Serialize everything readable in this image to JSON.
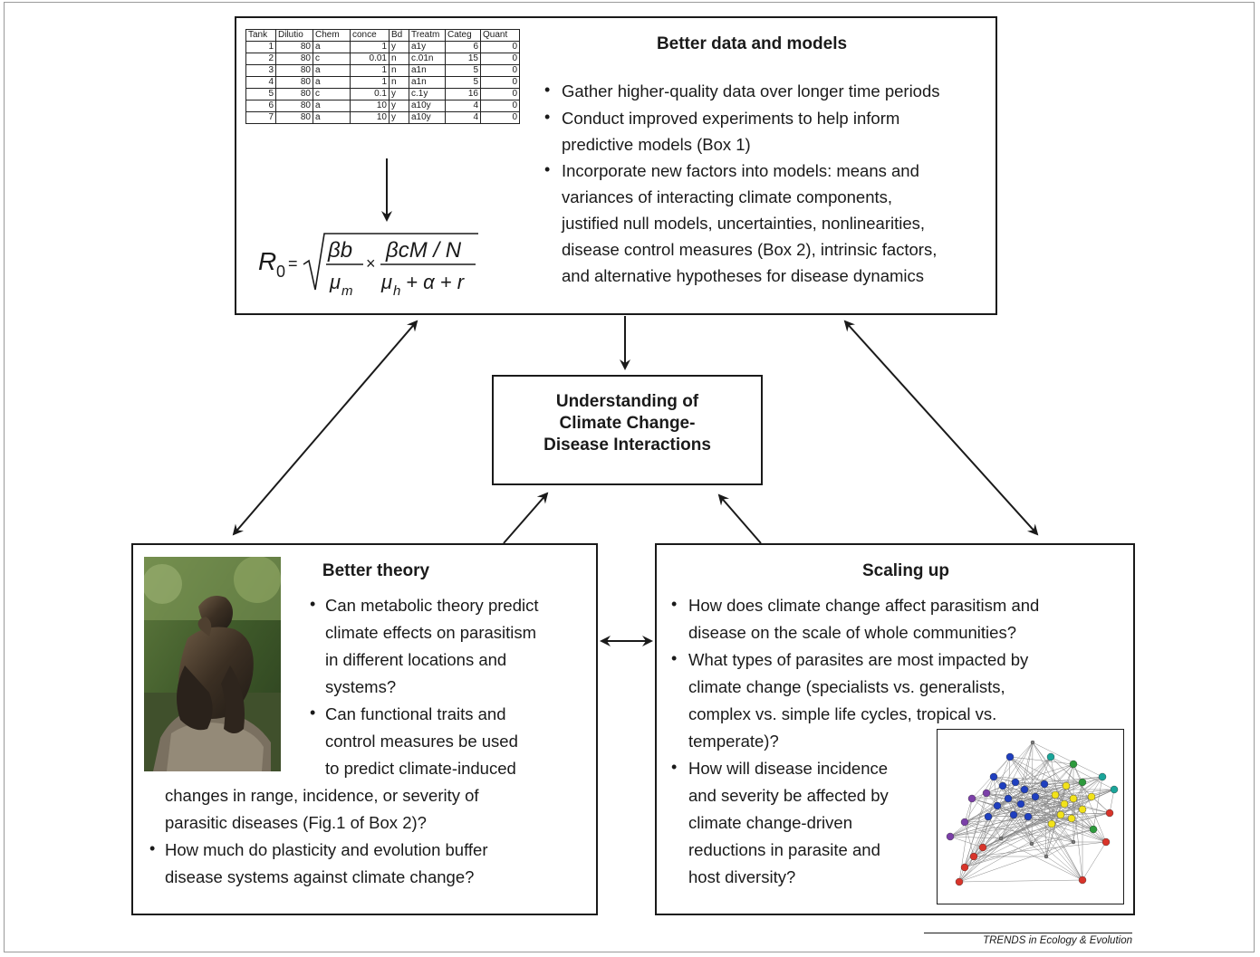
{
  "top_box": {
    "title": "Better data and models",
    "bullets": [
      [
        "Gather higher-quality data over longer time periods"
      ],
      [
        "Conduct improved experiments to help inform",
        "predictive models (Box 1)"
      ],
      [
        "Incorporate new factors into models: means and",
        "variances of interacting climate components,",
        "justified null models, uncertainties, nonlinearities,",
        "disease control measures (Box 2), intrinsic factors,",
        "and alternative hypotheses for disease dynamics"
      ]
    ]
  },
  "data_table": {
    "headers": [
      "Tank",
      "Dilutio",
      "Chem",
      "conce",
      "Bd",
      "Treatm",
      "Categ",
      "Quant"
    ],
    "rows": [
      [
        "1",
        "80",
        "a",
        "1",
        "y",
        "a1y",
        "6",
        "0"
      ],
      [
        "2",
        "80",
        "c",
        "0.01",
        "n",
        "c.01n",
        "15",
        "0"
      ],
      [
        "3",
        "80",
        "a",
        "1",
        "n",
        "a1n",
        "5",
        "0"
      ],
      [
        "4",
        "80",
        "a",
        "1",
        "n",
        "a1n",
        "5",
        "0"
      ],
      [
        "5",
        "80",
        "c",
        "0.1",
        "y",
        "c.1y",
        "16",
        "0"
      ],
      [
        "6",
        "80",
        "a",
        "10",
        "y",
        "a10y",
        "4",
        "0"
      ],
      [
        "7",
        "80",
        "a",
        "10",
        "y",
        "a10y",
        "4",
        "0"
      ]
    ]
  },
  "equation": {
    "lhs": "R",
    "lhs_sub": "0",
    "eq": "=",
    "num1": "βb",
    "den1": "μ",
    "den1_sub": "m",
    "times": "×",
    "num2": "βcM / N",
    "den2_a": "μ",
    "den2_sub": "h",
    "den2_b": " + α + r"
  },
  "center_box": {
    "lines": [
      "Understanding of",
      "Climate Change-",
      "Disease Interactions"
    ]
  },
  "left_box": {
    "title": "Better theory",
    "lines": [
      "Can metabolic theory predict",
      "climate effects on parasitism",
      "in different locations and",
      "systems?",
      "Can functional traits and",
      "control measures be used",
      "to predict climate-induced",
      "changes in range, incidence, or severity of",
      "parasitic diseases (Fig.1 of Box 2)?",
      "How much do plasticity and evolution buffer",
      "disease systems against climate change?"
    ]
  },
  "right_box": {
    "title": "Scaling up",
    "lines": [
      "How does climate change affect parasitism and",
      "disease on the scale of whole communities?",
      "What types of parasites are most impacted by",
      "climate change (specialists vs. generalists,",
      "complex vs. simple life cycles, tropical vs.",
      "temperate)?",
      "How will disease incidence",
      "and severity be affected by",
      "climate change-driven",
      "reductions in parasite and",
      "host diversity?"
    ]
  },
  "credit": "TRENDS in Ecology & Evolution",
  "colors": {
    "network_nodes": [
      "#1f3fbf",
      "#f2e21a",
      "#d8342a",
      "#7b3fa8",
      "#2d9a3c",
      "#1aa59a",
      "#7a7a7a"
    ]
  }
}
